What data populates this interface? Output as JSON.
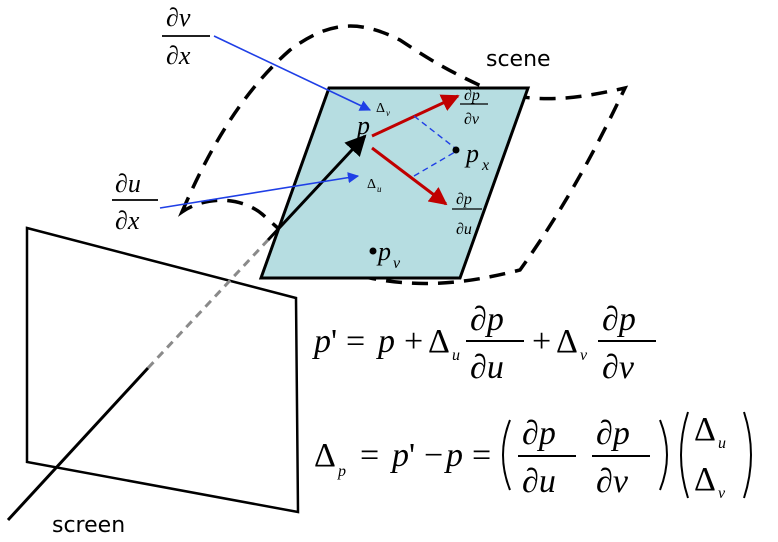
{
  "labels": {
    "scene": "scene",
    "screen": "screen"
  },
  "symbols": {
    "partial": "∂",
    "v": "v",
    "u": "u",
    "x": "x",
    "p": "p",
    "delta": "Δ",
    "prime": "'",
    "plus": "+",
    "minus": "−",
    "equals": "="
  },
  "colors": {
    "surface_fill": "#b6dde1",
    "blue_arrow": "#1f3fe6",
    "red_arrow": "#c00000",
    "black": "#000000",
    "dashed_gray": "#8a8a8a"
  }
}
